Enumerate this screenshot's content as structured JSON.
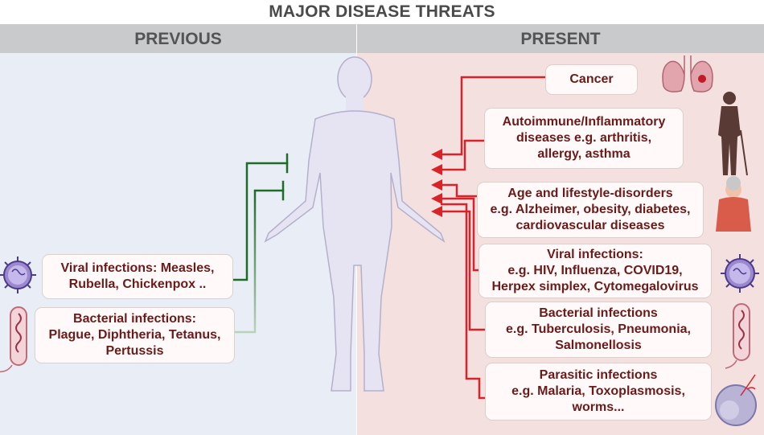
{
  "title": "MAJOR DISEASE THREATS",
  "headers": {
    "previous": "PREVIOUS",
    "present": "PRESENT"
  },
  "previous": {
    "viral": [
      "Viral infections: Measles,",
      "Rubella, Chickenpox .."
    ],
    "bacterial": [
      "Bacterial infections:",
      "Plague, Diphtheria, Tetanus,",
      "Pertussis"
    ]
  },
  "present": {
    "cancer": [
      "Cancer"
    ],
    "autoimmune": [
      "Autoimmune/Inflammatory",
      "diseases e.g. arthritis,",
      "allergy, asthma"
    ],
    "age": [
      "Age and lifestyle-disorders",
      "e.g. Alzheimer, obesity, diabetes,",
      "cardiovascular diseases"
    ],
    "viral": [
      "Viral infections:",
      "e.g. HIV, Influenza, COVID19,",
      "Herpex simplex, Cytomegalovirus"
    ],
    "bacterial": [
      "Bacterial infections",
      "e.g. Tuberculosis, Pneumonia,",
      "Salmonellosis"
    ],
    "parasitic": [
      "Parasitic infections",
      "e.g. Malaria, Toxoplasmosis,",
      "worms..."
    ]
  },
  "colors": {
    "inhibition": "#1e6b2a",
    "activation": "#d8232a",
    "box_text": "#6b1a1a"
  },
  "icons": [
    "human-body-icon",
    "virus-icon",
    "bacterium-icon",
    "lungs-icon",
    "elderly-man-icon",
    "elderly-woman-icon",
    "parasite-cell-icon"
  ]
}
